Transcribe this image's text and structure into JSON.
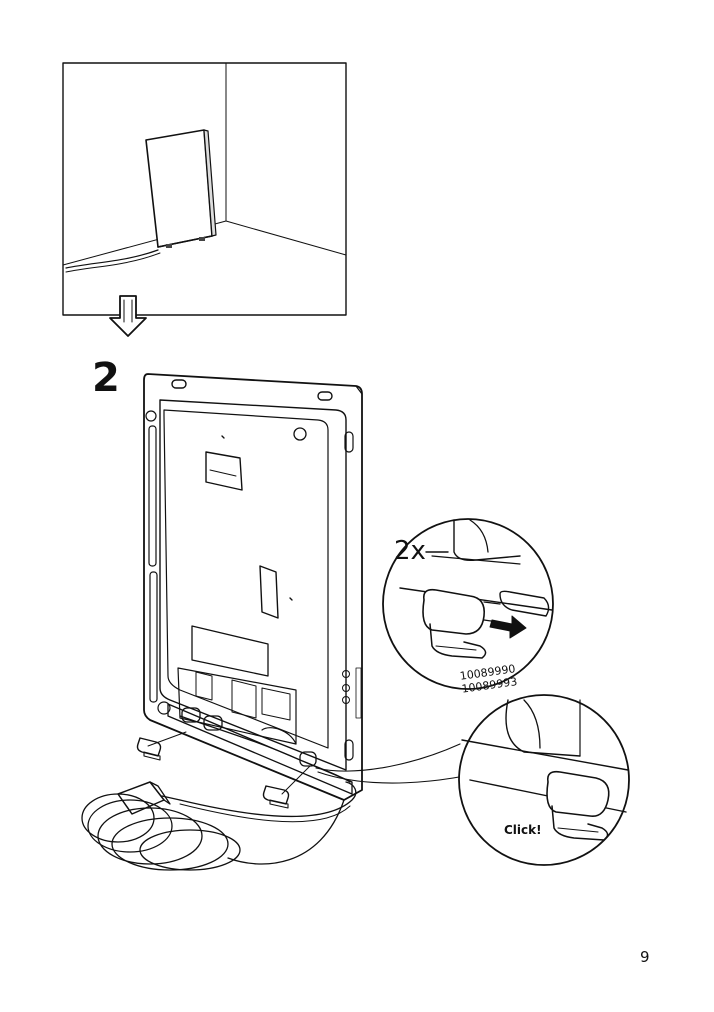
{
  "instruction": {
    "step_number": "2",
    "quantity_label": "2x",
    "part_numbers": [
      "10089990",
      "10089993"
    ],
    "click_label": "Click!",
    "page_number": "9"
  },
  "icons": {
    "arrow": "down-arrow-icon"
  }
}
